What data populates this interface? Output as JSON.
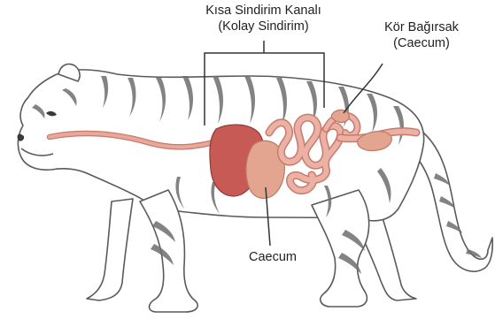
{
  "labels": {
    "short_tract": {
      "line1": "Kısa Sindirim Kanalı",
      "line2": "(Kolay Sindirim)"
    },
    "blind_gut": {
      "line1": "Kör Bağırsak",
      "line2": "(Caecum)"
    },
    "caecum": {
      "line1": "Caecum"
    }
  },
  "colors": {
    "outline": "#5a5a5a",
    "stripe": "#6e6e6e",
    "gut": "#e9a89c",
    "gut_edge": "#c97a6c",
    "liver": "#c85a55",
    "stomach": "#e3a590",
    "bracket": "#333333"
  }
}
